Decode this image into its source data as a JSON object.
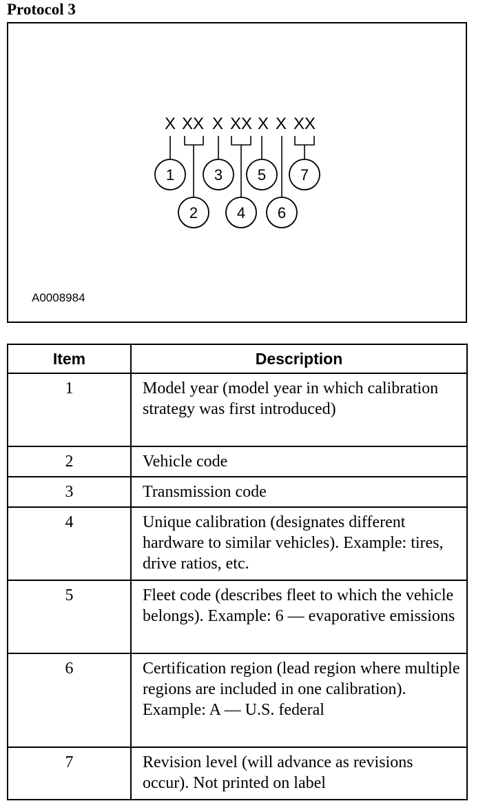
{
  "heading": "Protocol 3",
  "figure": {
    "code_parts": [
      "X",
      "XX",
      "X",
      "XX",
      "X",
      "X",
      "XX"
    ],
    "callouts": [
      "1",
      "2",
      "3",
      "4",
      "5",
      "6",
      "7"
    ],
    "figure_id": "A0008984"
  },
  "table": {
    "headers": {
      "item": "Item",
      "description": "Description"
    },
    "rows": [
      {
        "item": "1",
        "description": "Model year (model year in which calibration strategy was first introduced)"
      },
      {
        "item": "2",
        "description": "Vehicle code"
      },
      {
        "item": "3",
        "description": "Transmission code"
      },
      {
        "item": "4",
        "description": "Unique calibration (designates different hardware to similar vehicles). Example: tires, drive ratios, etc."
      },
      {
        "item": "5",
        "description": "Fleet code (describes fleet to which the vehicle belongs). Example: 6 — evaporative emissions"
      },
      {
        "item": "6",
        "description": "Certification region (lead region where multiple regions are included in one calibration). Example: A — U.S. federal"
      },
      {
        "item": "7",
        "description": "Revision level (will advance as revisions occur). Not printed on label"
      }
    ]
  }
}
